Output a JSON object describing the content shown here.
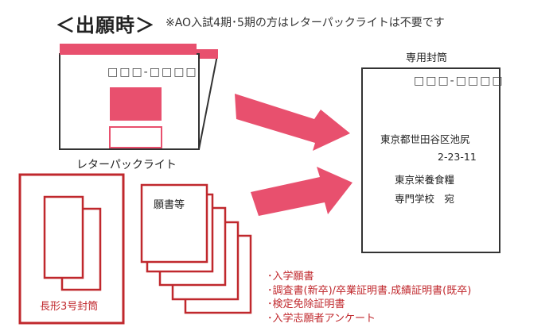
{
  "header": {
    "title": "＜出願時＞",
    "note": "※AO入試4期･5期の方はレターパックライトは不要です"
  },
  "letterpack": {
    "postal_code": "□□□-□□□□",
    "caption": "レターパックライト"
  },
  "envelope": {
    "caption": "専用封筒",
    "postal_code": "□□□-□□□□",
    "address_line1": "東京都世田谷区池尻",
    "address_line2": "2-23-11",
    "recipient_line1": "東京栄養食糧",
    "recipient_line2": "専門学校　宛"
  },
  "small_envelope": {
    "label": "長形3号封筒"
  },
  "application_docs": {
    "label": "願書等",
    "items": [
      "･入学願書",
      "･調査書(新卒)/卒業証明書.成績証明書(既卒)",
      "･検定免除証明書",
      "･入学志願者アンケート"
    ]
  },
  "colors": {
    "accent_pink": "#e8506e",
    "accent_red": "#c0282d",
    "line": "#333333"
  }
}
